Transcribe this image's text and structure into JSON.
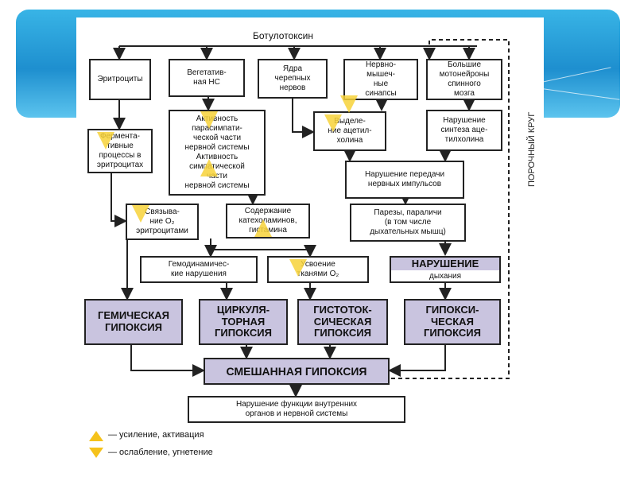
{
  "colors": {
    "accent": "#c9c4df",
    "highlight": "#f5c21b",
    "band": "#1e8fcf"
  },
  "title": "Ботулотоксин",
  "boxes": {
    "erythrocytes": "Эритроциты",
    "vegetative": "Вегетатив-\nная НС",
    "cranial": "Ядра\nчерепных\nнервов",
    "neuromuscular": "Нервно-\nмышеч-\nные\nсинапсы",
    "motoneurons": "Большие\nмотонейроны\nспинного\nмозга",
    "fermentative": "Фермента-\nтивные\nпроцессы в\nэритроцитах",
    "activity": "Активность\nпарасимпати-\nческой части\nнервной системы\nАктивность\nсимпатической\nчасти\nнервной системы",
    "release": "Выделе-\nние ацетил-\nхолина",
    "synthesis": "Нарушение\nсинтеза аце-\nтилхолина",
    "transmission": "Нарушение передачи\nнервных импульсов",
    "binding": "Связыва-\nние O₂\nэритроцитами",
    "catecholamines": "Содержание\nкатехоламинов,\nгистамина",
    "paresis": "Парезы, параличи\n(в том числе\nдыхательных мышц)",
    "hemodynamic": "Гемодинамичес-\nкие нарушения",
    "uptake": "Усвоение\nтканями O₂",
    "breathing_title": "НАРУШЕНИЕ",
    "breathing_sub": "дыхания",
    "hemic": "ГЕМИЧЕСКАЯ\nГИПОКСИЯ",
    "circulatory": "ЦИРКУЛЯ-\nТОРНАЯ\nГИПОКСИЯ",
    "histotoxic": "ГИСТОТОК-\nСИЧЕСКАЯ\nГИПОКСИЯ",
    "hypoxic": "ГИПОКСИ-\nЧЕСКАЯ\nГИПОКСИЯ",
    "mixed": "СМЕШАННАЯ ГИПОКСИЯ",
    "organs": "Нарушение функции внутренних\nорганов и нервной системы"
  },
  "vicious_circle": "ПОРОЧНЫЙ КРУГ",
  "legend": {
    "up": "— усиление, активация",
    "down": "— ослабление, угнетение"
  }
}
